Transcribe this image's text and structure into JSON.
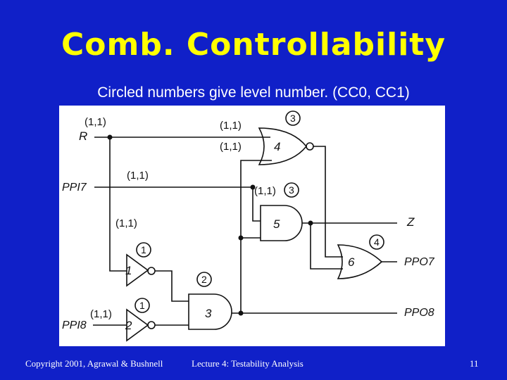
{
  "slide": {
    "title": "Comb. Controllability",
    "subtitle": "Circled numbers give level number.  (CC0, CC1)"
  },
  "circuit": {
    "inputs": {
      "r": "R",
      "ppi7": "PPI7",
      "ppi8": "PPI8"
    },
    "outputs": {
      "z": "Z",
      "ppo7": "PPO7",
      "ppo8": "PPO8"
    },
    "gate_labels": [
      "1",
      "2",
      "3",
      "4",
      "5",
      "6"
    ],
    "level_numbers": [
      "1",
      "1",
      "2",
      "3",
      "3",
      "4"
    ],
    "controllability_labels": [
      "(1,1)",
      "(1,1)",
      "(1,1)",
      "(1,1)",
      "(1,1)",
      "(1,1)",
      "(1,1)"
    ]
  },
  "footer": {
    "copyright": "Copyright 2001, Agrawal & Bushnell",
    "lecture": "Lecture 4: Testability Analysis",
    "page": "11"
  }
}
